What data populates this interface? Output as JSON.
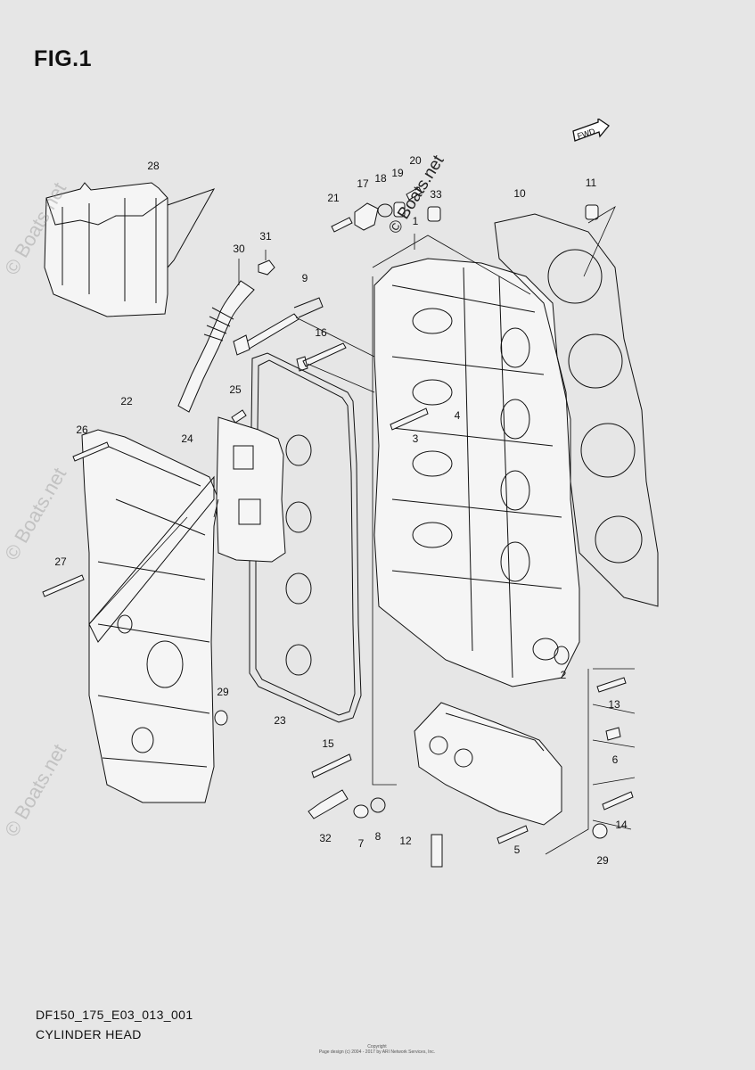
{
  "figure": {
    "title": "FIG.1",
    "fwd_label": "FWD"
  },
  "parts": [
    {
      "id": "p1",
      "num": "1"
    },
    {
      "id": "p2",
      "num": "2"
    },
    {
      "id": "p3",
      "num": "3"
    },
    {
      "id": "p4",
      "num": "4"
    },
    {
      "id": "p5",
      "num": "5"
    },
    {
      "id": "p6",
      "num": "6"
    },
    {
      "id": "p7",
      "num": "7"
    },
    {
      "id": "p8",
      "num": "8"
    },
    {
      "id": "p9",
      "num": "9"
    },
    {
      "id": "p10",
      "num": "10"
    },
    {
      "id": "p11",
      "num": "11"
    },
    {
      "id": "p12",
      "num": "12"
    },
    {
      "id": "p13",
      "num": "13"
    },
    {
      "id": "p14",
      "num": "14"
    },
    {
      "id": "p15",
      "num": "15"
    },
    {
      "id": "p16",
      "num": "16"
    },
    {
      "id": "p17",
      "num": "17"
    },
    {
      "id": "p18",
      "num": "18"
    },
    {
      "id": "p19",
      "num": "19"
    },
    {
      "id": "p20",
      "num": "20"
    },
    {
      "id": "p21",
      "num": "21"
    },
    {
      "id": "p22",
      "num": "22"
    },
    {
      "id": "p23",
      "num": "23"
    },
    {
      "id": "p24",
      "num": "24"
    },
    {
      "id": "p25",
      "num": "25"
    },
    {
      "id": "p26",
      "num": "26"
    },
    {
      "id": "p27",
      "num": "27"
    },
    {
      "id": "p28",
      "num": "28"
    },
    {
      "id": "p29a",
      "num": "29"
    },
    {
      "id": "p29b",
      "num": "29"
    },
    {
      "id": "p30",
      "num": "30"
    },
    {
      "id": "p31",
      "num": "31"
    },
    {
      "id": "p32",
      "num": "32"
    },
    {
      "id": "p33",
      "num": "33"
    }
  ],
  "watermarks": {
    "diagonal": "© Boats.net",
    "faint": "© Boats.net"
  },
  "footer": {
    "code": "DF150_175_E03_013_001",
    "caption": "CYLINDER HEAD"
  },
  "copyright": {
    "line1": "Copyright",
    "line2": "Page design (c) 2004 - 2017 by ARI Network Services, Inc."
  }
}
